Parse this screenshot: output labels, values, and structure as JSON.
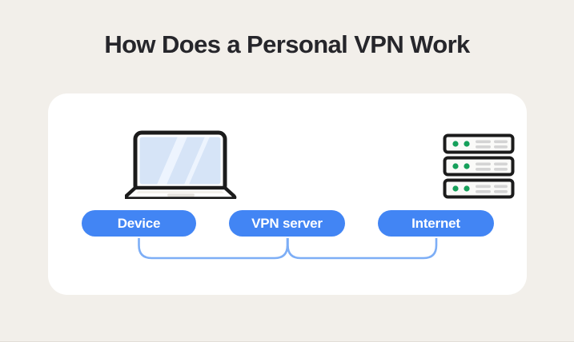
{
  "page": {
    "title": "How Does a Personal VPN Work",
    "background_color": "#F2EFEA",
    "card_color": "#FFFFFF"
  },
  "colors": {
    "accent_blue": "#4285F4",
    "connector_blue": "#7DAEF6",
    "title_text": "#26262B",
    "button_text": "#FFFFFF",
    "led_green": "#16A05A",
    "shield_yellow": "#FFE02B",
    "lock_black": "#111111",
    "globe_fill": "#CFE3E8",
    "globe_line": "#8CC0CC",
    "laptop_outline": "#1B1B1B",
    "laptop_screen": "#D6E4F7",
    "server_bar_gray": "#D4D4D4"
  },
  "diagram": {
    "nodes": [
      {
        "id": "device",
        "label": "Device",
        "icon": "laptop-icon"
      },
      {
        "id": "vpn-server",
        "label": "VPN server",
        "icon": "server-rack-icon"
      },
      {
        "id": "internet",
        "label": "Internet",
        "icon": "globe-shield-lock-icon"
      }
    ],
    "connectors": [
      {
        "from": "device",
        "to": "vpn-server",
        "style": "curved-u"
      },
      {
        "from": "vpn-server",
        "to": "internet",
        "style": "curved-u"
      }
    ]
  }
}
